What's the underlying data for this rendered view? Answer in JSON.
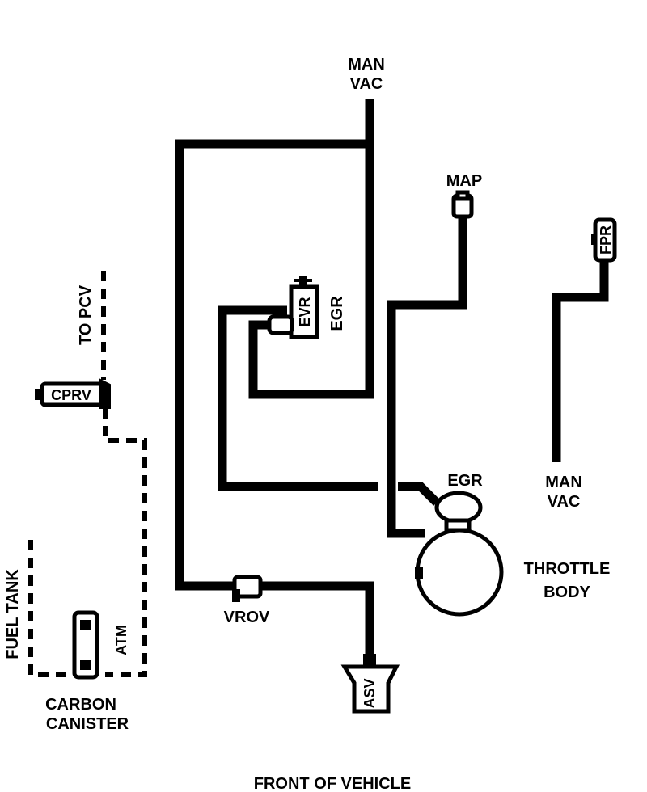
{
  "labels": {
    "man_vac_top_line1": "MAN",
    "man_vac_top_line2": "VAC",
    "map": "MAP",
    "fpr": "FPR",
    "to_pcv": "TO PCV",
    "cprv": "CPRV",
    "evr": "EVR",
    "egr_side": "EGR",
    "egr_valve": "EGR",
    "man_vac_right_line1": "MAN",
    "man_vac_right_line2": "VAC",
    "throttle_body_line1": "THROTTLE",
    "throttle_body_line2": "BODY",
    "vrov": "VROV",
    "fuel_tank": "FUEL TANK",
    "atm": "ATM",
    "carbon_canister_line1": "CARBON",
    "carbon_canister_line2": "CANISTER",
    "asv": "ASV",
    "front_of_vehicle": "FRONT OF VEHICLE"
  },
  "colors": {
    "line": "#000000",
    "background": "#ffffff"
  }
}
